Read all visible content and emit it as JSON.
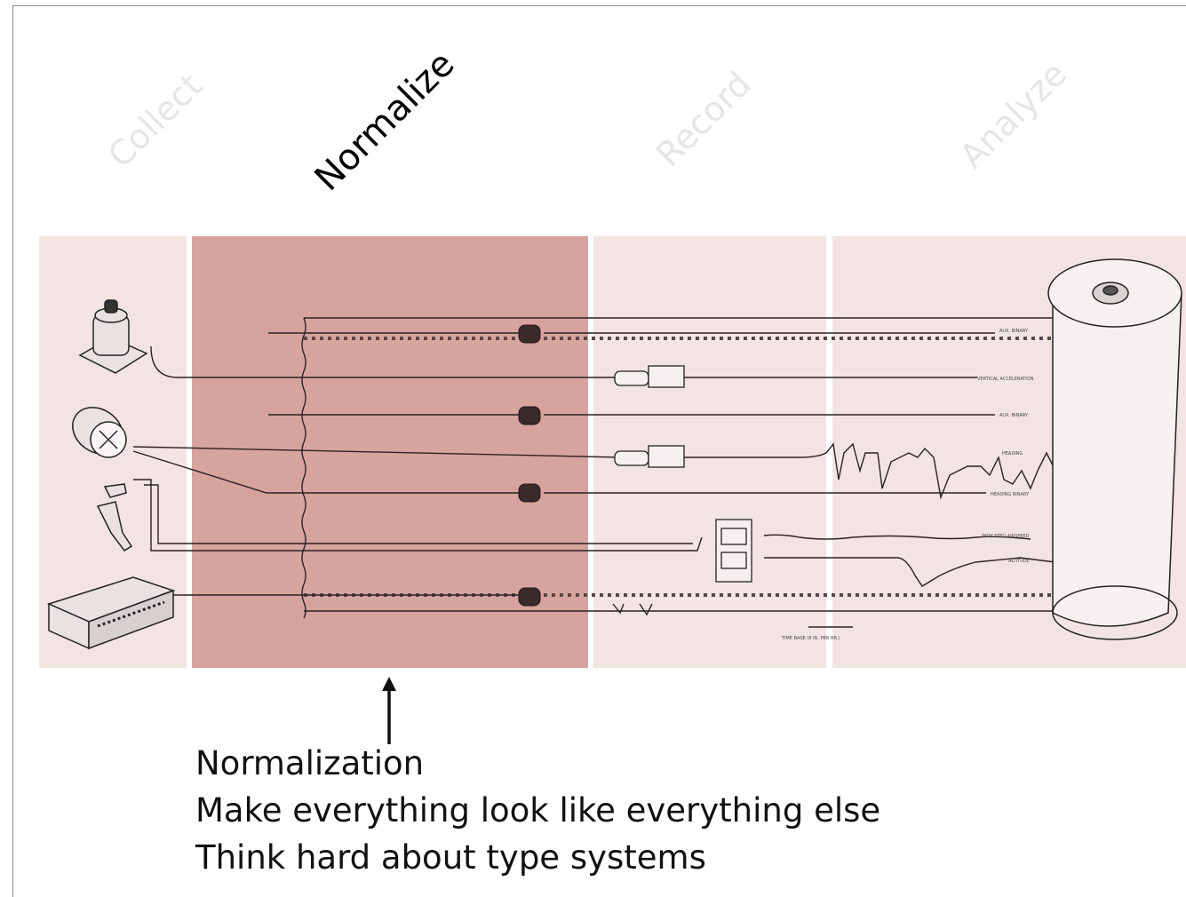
{
  "stages": {
    "collect": "Collect",
    "normalize": "Normalize",
    "record": "Record",
    "analyze": "Analyze"
  },
  "active_stage": "normalize",
  "diagram_labels": {
    "aux_binary_1": "AUX. BINARY",
    "vertical_acceleration": "VERTICAL ACCELERATION",
    "aux_binary_2": "AUX. BINARY",
    "heading": "HEADING",
    "heading_binary": "HEADING BINARY",
    "indicated_airspeed": "INDICATED AIRSPEED",
    "altitude": "ALTITUDE",
    "time_base": "TIME BASE (6 IN. PER HR.)"
  },
  "caption": {
    "line1": "Normalization",
    "line2": "Make everything look like everything else",
    "line3": "Think hard about type systems"
  },
  "colors": {
    "highlight": "#d7a39f",
    "background_band": "#f3e4e4",
    "dim_text": "#e6e6e6"
  },
  "icons": [
    "sensor-icon",
    "gauge-icon",
    "lever-icon",
    "control-box-icon",
    "tape-reel-icon",
    "arrow-up-icon"
  ]
}
